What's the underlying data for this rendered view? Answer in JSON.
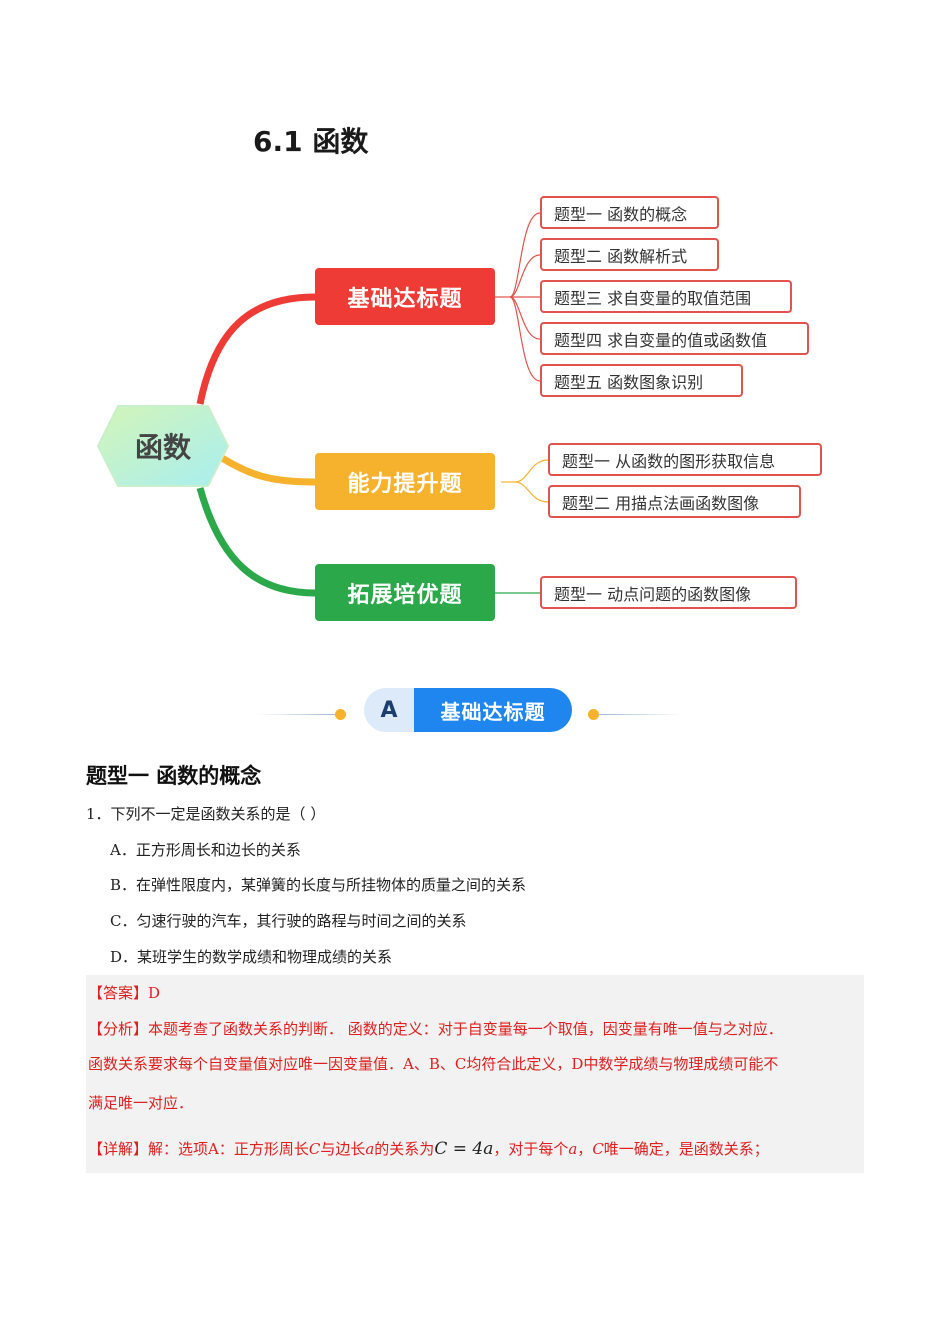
{
  "title": "6.1 函数",
  "mindmap": {
    "root": "函数",
    "categories": [
      {
        "label": "基础达标题",
        "color": "#ee3b36",
        "items": [
          "题型一 函数的概念",
          "题型二 函数解析式",
          "题型三 求自变量的取值范围",
          "题型四 求自变量的值或函数值",
          "题型五  函数图象识别"
        ]
      },
      {
        "label": "能力提升题",
        "color": "#f7b22d",
        "items": [
          "题型一  从函数的图形获取信息",
          "题型二 用描点法画函数图像"
        ]
      },
      {
        "label": "拓展培优题",
        "color": "#2aa84a",
        "items": [
          "题型一  动点问题的函数图像"
        ]
      }
    ]
  },
  "banner": {
    "letter": "A",
    "label": "基础达标题"
  },
  "section": {
    "heading": "题型一  函数的概念"
  },
  "question": {
    "stem": "1．下列不一定是函数关系的是（    ）",
    "options": [
      "A．正方形周长和边长的关系",
      "B．在弹性限度内，某弹簧的长度与所挂物体的质量之间的关系",
      "C．匀速行驶的汽车，其行驶的路程与时间之间的关系",
      "D．某班学生的数学成绩和物理成绩的关系"
    ]
  },
  "answer": {
    "answer_line": "【答案】D",
    "analysis_1": "【分析】本题考查了函数关系的判断．  函数的定义：对于自变量每一个取值，因变量有唯一值与之对应．",
    "analysis_2": "函数关系要求每个自变量值对应唯一因变量值．A、B、C均符合此定义，D中数学成绩与物理成绩可能不",
    "analysis_3": "满足唯一对应．",
    "detail_prefix": "【详解】解：选项A：正方形周长",
    "detail_C": "C",
    "detail_mid1": "与边长",
    "detail_a": "a",
    "detail_mid2": "的关系为",
    "detail_formula": "C = 4a",
    "detail_mid3": "，对于每个",
    "detail_a2": "a",
    "detail_comma": "，",
    "detail_C2": "C",
    "detail_suffix": "唯一确定，是函数关系；"
  }
}
